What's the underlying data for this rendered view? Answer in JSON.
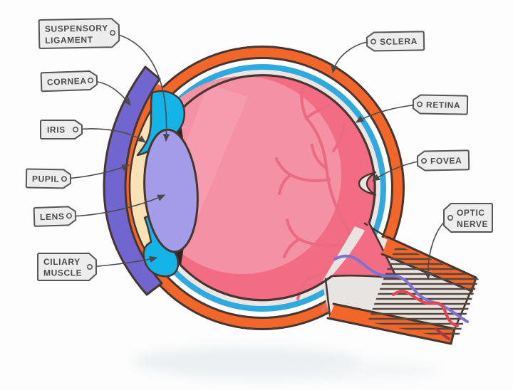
{
  "labels": {
    "suspensory_ligament": {
      "line1": "SUSPENSORY",
      "line2": "LIGAMENT"
    },
    "cornea": {
      "text": "CORNEA"
    },
    "iris": {
      "text": "IRIS"
    },
    "pupil": {
      "text": "PUPIL"
    },
    "lens": {
      "text": "LENS"
    },
    "ciliary_muscle": {
      "line1": "CILIARY",
      "line2": "MUSCLE"
    },
    "sclera": {
      "text": "SCLERA"
    },
    "retina": {
      "text": "RETINA"
    },
    "fovea": {
      "text": "FOVEA"
    },
    "optic_nerve": {
      "line1": "OPTIC",
      "line2": "NERVE"
    }
  },
  "colors": {
    "sclera_orange": "#f2662a",
    "choroid_blue": "#2fa9de",
    "retina_gray": "#e9e6e4",
    "vitreous_pink_dark": "#f26c84",
    "vitreous_pink_light": "#f591a5",
    "vessel_pink": "#ea6a80",
    "cornea_purple": "#7166cf",
    "aqueous_cream": "#fbe2b6",
    "lens_periwinkle": "#a59ce9",
    "ciliary_cyan": "#14b3e8",
    "iris_black": "#2e2420",
    "outline_dark": "#46362f",
    "nerve_fiber_brown": "#57463d",
    "nerve_vessel_purple": "#7d72d4",
    "nerve_vessel_red": "#e2474f",
    "tag_fill": "#ededed",
    "tag_stroke": "#565656"
  }
}
